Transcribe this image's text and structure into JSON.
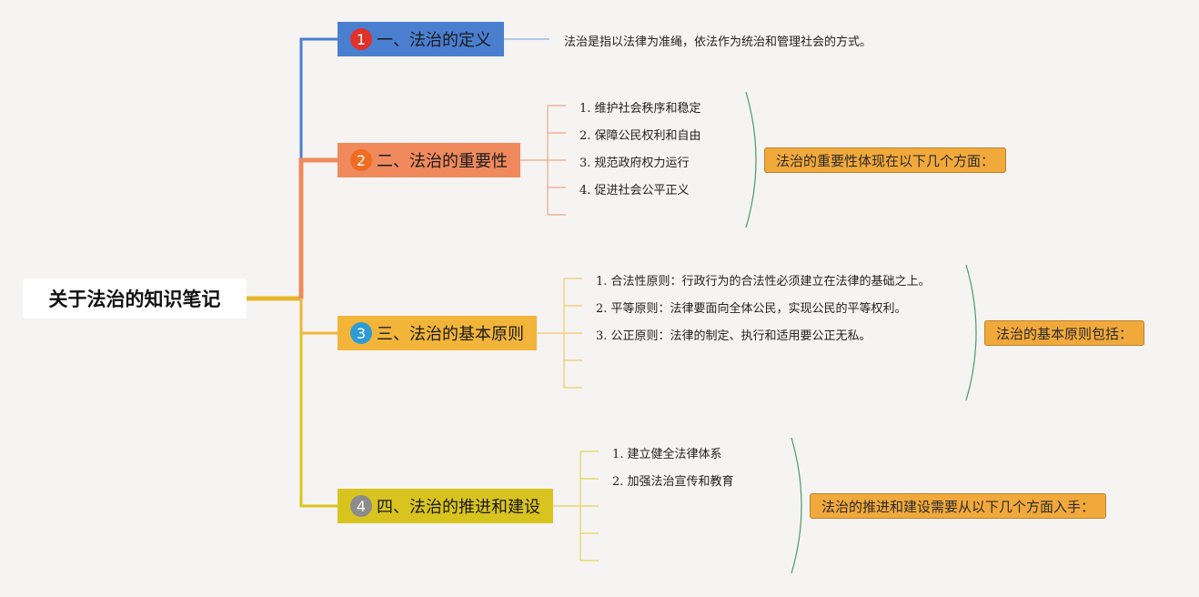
{
  "root": {
    "title": "关于法治的知识笔记"
  },
  "colors": {
    "branch1": "#4a7fd0",
    "branch2": "#f08a5d",
    "branch3": "#f2b53a",
    "branch4": "#d9c41f",
    "badge1": "#e0322a",
    "badge2": "#ef6c22",
    "badge3": "#2f9bd4",
    "badge4": "#8c8c8c",
    "summary": "#f2a93b",
    "brace": "#4a9a6a"
  },
  "branches": [
    {
      "badge": "1",
      "label": "一、法治的定义",
      "definition": "法治是指以法律为准绳，依法作为统治和管理社会的方式。"
    },
    {
      "badge": "2",
      "label": "二、法治的重要性",
      "items": [
        "1. 维护社会秩序和稳定",
        "2. 保障公民权利和自由",
        "3. 规范政府权力运行",
        "4. 促进社会公平正义"
      ],
      "summary": "法治的重要性体现在以下几个方面："
    },
    {
      "badge": "3",
      "label": "三、法治的基本原则",
      "items": [
        "1. 合法性原则：行政行为的合法性必须建立在法律的基础之上。",
        "2. 平等原则：法律要面向全体公民，实现公民的平等权利。",
        "3. 公正原则：法律的制定、执行和适用要公正无私。"
      ],
      "summary": "法治的基本原则包括："
    },
    {
      "badge": "4",
      "label": "四、法治的推进和建设",
      "items": [
        "1. 建立健全法律体系",
        "2. 加强法治宣传和教育"
      ],
      "summary": "法治的推进和建设需要从以下几个方面入手："
    }
  ]
}
